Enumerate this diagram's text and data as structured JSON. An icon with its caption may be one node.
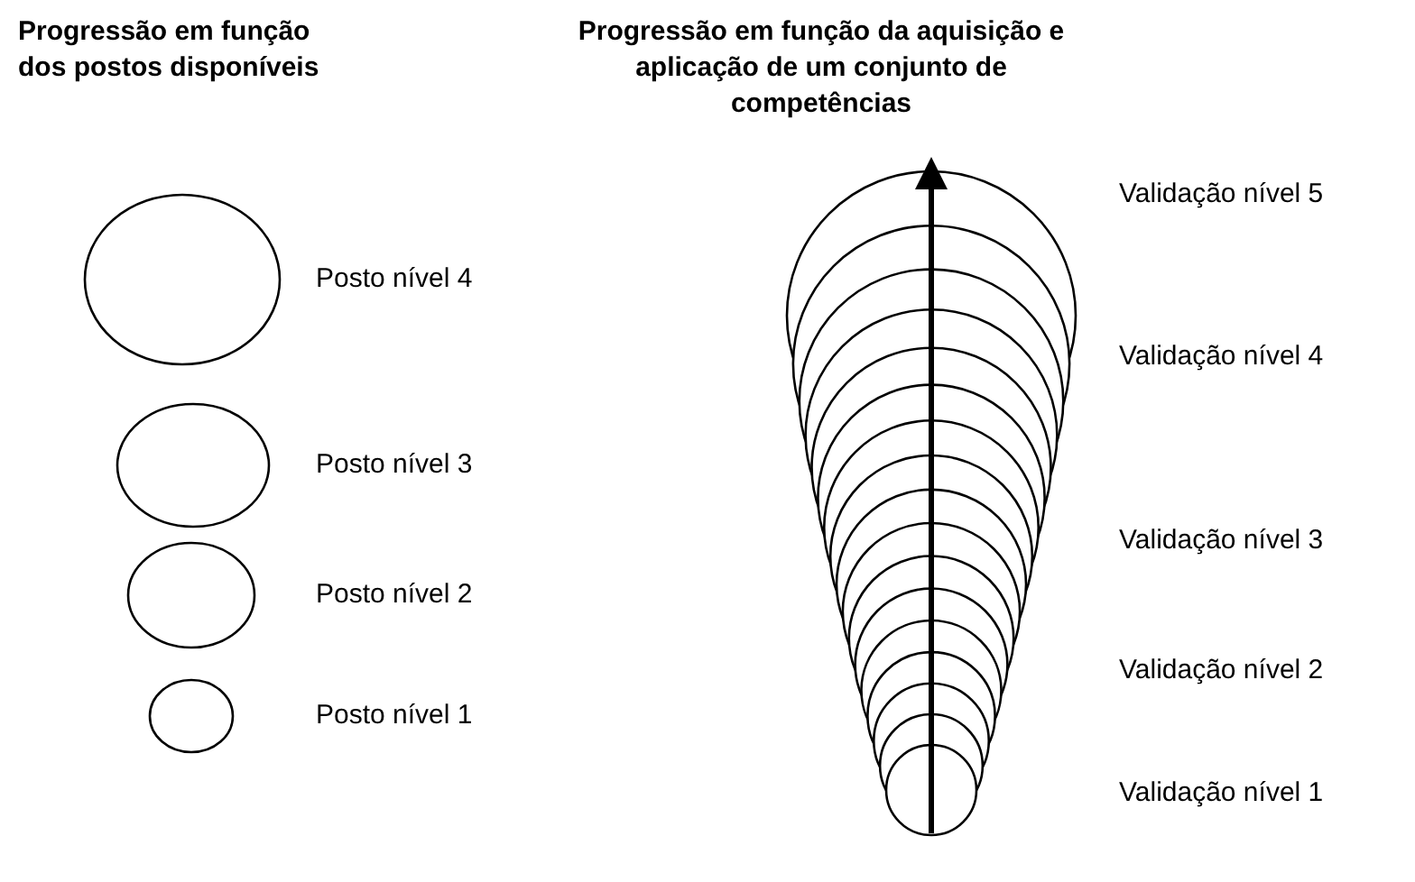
{
  "diagram": {
    "nodes": [
      {
        "text": [],
        "shape": "circle",
        "beside": [
          "Posto nível 4"
        ]
      },
      {
        "text": [],
        "shape": "circle",
        "beside": [
          "Posto nível 3"
        ]
      },
      {
        "text": [],
        "shape": "circle",
        "beside": [
          "Posto nível 2"
        ]
      },
      {
        "text": [],
        "shape": "circle",
        "beside": [
          "Posto nível 1"
        ]
      }
    ],
    "labels": [
      "Progressão em função dos postos disponíveis",
      "Progressão em função da aquisição e aplicação de um conjunto de competências",
      "Validação nível 5",
      "Validação nível 4",
      "Validação nível 3",
      "Validação nível 2",
      "Validação nível 1"
    ]
  }
}
